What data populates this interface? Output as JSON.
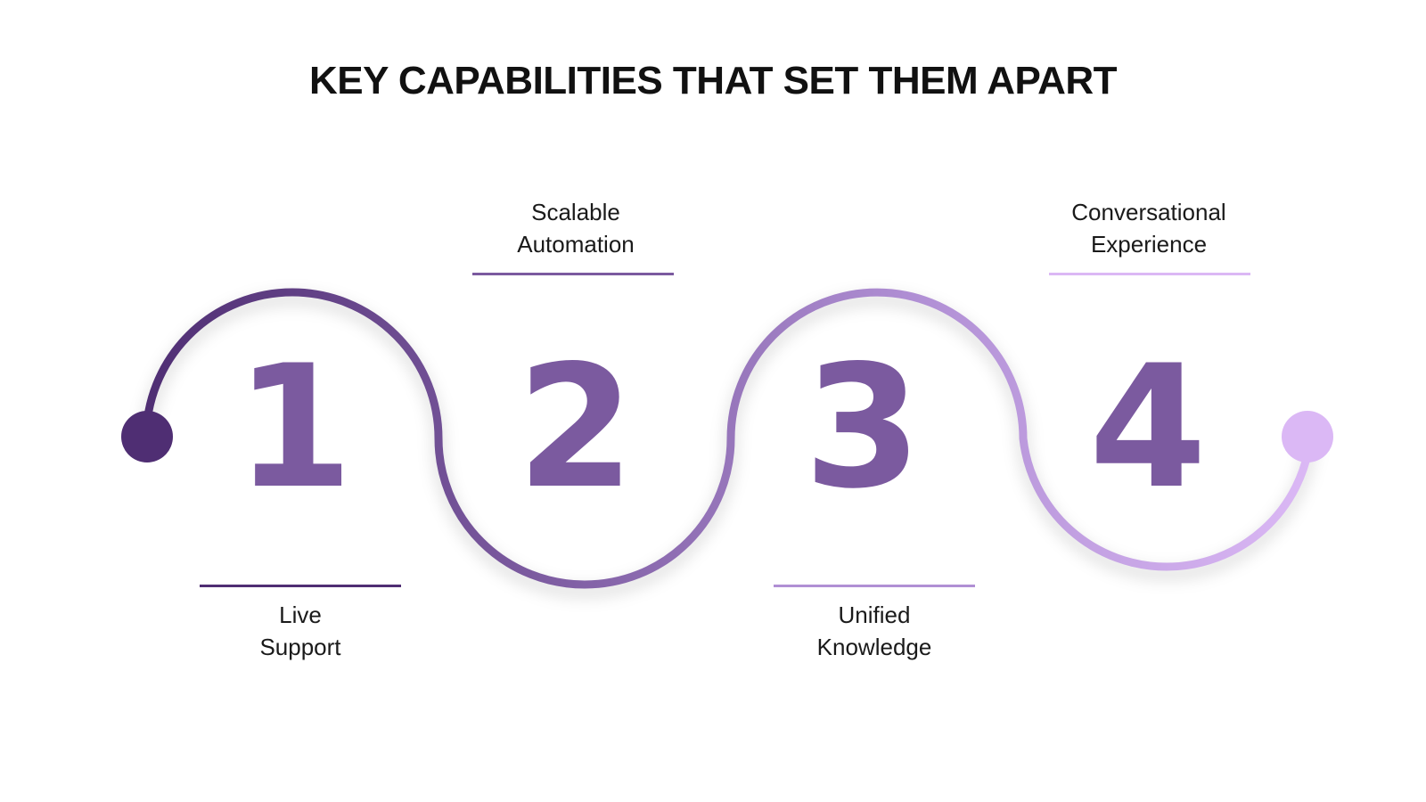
{
  "title": "KEY CAPABILITIES THAT SET THEM APART",
  "colors": {
    "step1": "#4f2e73",
    "step2": "#7b5a9f",
    "step3": "#b08fd4",
    "step4": "#dbb8f5",
    "number": "#7b5a9f"
  },
  "steps": [
    {
      "number": "1",
      "label_line1": "Live",
      "label_line2": "Support"
    },
    {
      "number": "2",
      "label_line1": "Scalable",
      "label_line2": "Automation"
    },
    {
      "number": "3",
      "label_line1": "Unified",
      "label_line2": "Knowledge"
    },
    {
      "number": "4",
      "label_line1": "Conversational",
      "label_line2": "Experience"
    }
  ]
}
